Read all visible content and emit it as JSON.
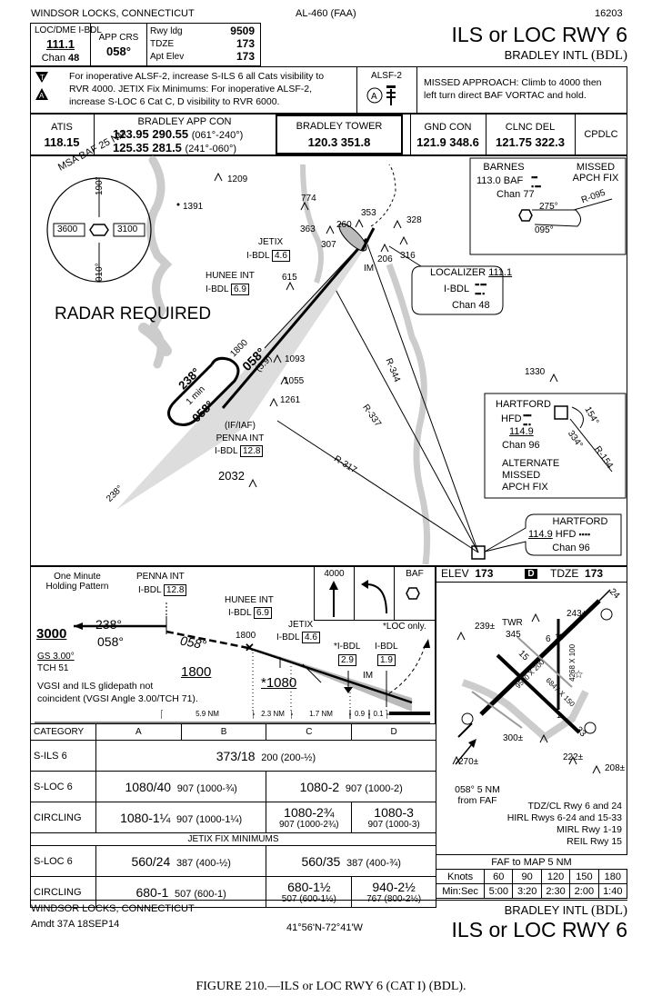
{
  "header": {
    "location": "WINDSOR LOCKS, CONNECTICUT",
    "series": "AL-460 (FAA)",
    "proc_number": "16203",
    "procedure": "ILS or LOC RWY 6",
    "airport": "BRADLEY INTL",
    "airport_id": "(BDL)"
  },
  "briefing": {
    "loc_label": "LOC/DME",
    "loc_ident": "I-BDL",
    "loc_freq": "111.1",
    "chan": "Chan",
    "chan_num": "48",
    "app_crs_label": "APP CRS",
    "app_crs": "058°",
    "rwy_ldg_label": "Rwy ldg",
    "rwy_ldg": "9509",
    "tdze_label": "TDZE",
    "tdze": "173",
    "apt_elev_label": "Apt Elev",
    "apt_elev": "173",
    "notes_line1": "For inoperative ALSF-2, increase S-ILS 6 all Cats visibility to",
    "notes_line2": "RVR 4000.  JETIX Fix Minimums:  For inoperative ALSF-2,",
    "notes_line3": "increase S-LOC 6 Cat C, D visibility to RVR 6000.",
    "alsf_label": "ALSF-2",
    "alsf_symbol": "A",
    "missed_line1": "MISSED APPROACH: Climb to 4000 then",
    "missed_line2": "left turn direct BAF VORTAC and hold."
  },
  "comms": {
    "atis_label": "ATIS",
    "atis": "118.15",
    "app_label": "BRADLEY APP CON",
    "app_1": "123.95  290.55",
    "app_1_sector": "(061°-240°)",
    "app_2": "125.35  281.5",
    "app_2_sector": "(241°-060°)",
    "tower_label": "BRADLEY TOWER",
    "tower": "120.3  351.8",
    "gnd_label": "GND CON",
    "gnd": "121.9  348.6",
    "clnc_label": "CLNC DEL",
    "clnc": "121.75  322.3",
    "cpdlc": "CPDLC"
  },
  "planview": {
    "msa_label": "MSA BAF 25 NM",
    "msa_w": "3600",
    "msa_e": "3100",
    "msa_n": "190°",
    "msa_s": "010°",
    "radar": "RADAR REQUIRED",
    "barnes_name": "BARNES",
    "barnes_freq": "113.0  BAF",
    "barnes_chan": "Chan 77",
    "missed_fix": "MISSED",
    "missed_fix2": "APCH FIX",
    "barnes_r": "R-095",
    "barnes_275": "275°",
    "barnes_095": "095°",
    "localizer_label": "LOCALIZER",
    "localizer_freq": "111.1",
    "localizer_ident": "I-BDL",
    "localizer_chan": "Chan 48",
    "hartford_name": "HARTFORD",
    "hartford_id": "HFD",
    "hartford_freq": "114.9",
    "hartford_chan": "Chan 96",
    "hartford_154": "154°",
    "hartford_334": "334°",
    "hartford_r154": "R-154",
    "alt_missed1": "ALTERNATE",
    "alt_missed2": "MISSED",
    "alt_missed3": "APCH FIX",
    "hfd2_name": "HARTFORD",
    "hfd2_freq": "114.9",
    "hfd2_id": "HFD",
    "hfd2_chan": "Chan 96",
    "jetix": "JETIX",
    "jetix_dme": "I-BDL",
    "jetix_dist": "4.6",
    "hunee": "HUNEE INT",
    "hunee_dme": "I-BDL",
    "hunee_dist": "6.9",
    "penna1": "(IF/IAF)",
    "penna2": "PENNA INT",
    "penna_dme": "I-BDL",
    "penna_dist": "12.8",
    "im": "IM",
    "r344": "R-344",
    "r337": "R-337",
    "r317": "R-317",
    "hold_238": "238°",
    "hold_058": "058°",
    "hold_1min": "1 min",
    "crs_058": "058°",
    "alt_1800": "1800",
    "dme_59": "(5.9)",
    "crs_238": "238°",
    "obs": [
      "1209",
      "1391",
      "774",
      "363",
      "260",
      "353",
      "328",
      "307",
      "206",
      "316",
      "615",
      "1093",
      "1055",
      "1261",
      "2032",
      "1330"
    ]
  },
  "profile": {
    "hold_label1": "One Minute",
    "hold_label2": "Holding Pattern",
    "penna": "PENNA INT",
    "penna_dme": "I-BDL",
    "penna_dist": "12.8",
    "hunee": "HUNEE INT",
    "hunee_dme": "I-BDL",
    "hunee_dist": "6.9",
    "jetix": "JETIX",
    "jetix_dme": "I-BDL",
    "jetix_dist": "4.6",
    "alt_3000": "3000",
    "crs_238": "238°",
    "crs_058": "058°",
    "crs_058b": "058°",
    "alt_1800_top": "1800",
    "alt_1800": "1800",
    "alt_1080": "*1080",
    "gs": "GS 3.00°",
    "tch": "TCH 51",
    "dme_29_lbl": "*I-BDL",
    "dme_29": "2.9",
    "dme_19_lbl": "I-BDL",
    "dme_19": "1.9",
    "im": "IM",
    "loc_only": "*LOC only.",
    "vgsi1": "VGSI and ILS glidepath not",
    "vgsi2": "coincident (VGSI Angle 3.00/TCH 71).",
    "seg_59": "5.9 NM",
    "seg_23": "2.3 NM",
    "seg_17": "1.7 NM",
    "seg_09": "0.9",
    "seg_01": "0.1",
    "missed_alt": "4000",
    "missed_fix": "BAF"
  },
  "airport_diagram": {
    "elev_label": "ELEV",
    "elev": "173",
    "d_box": "D",
    "tdze_label": "TDZE",
    "tdze": "173",
    "twr_elev": "239±",
    "twr": "TWR",
    "twr_val": "345",
    "o243": "243±",
    "rwy24": "24",
    "rwy15": "15",
    "rwy6": "6",
    "rwy19": "19",
    "rwy1": "1",
    "rwy33": "33",
    "dim_main": "9510 X 200",
    "dim_1533": "6847 X 150",
    "dim_119": "4268 X 100",
    "o300": "300±",
    "o222": "222±",
    "o208": "208±",
    "o270": "270±",
    "ff1": "058° 5 NM",
    "ff2": "from FAF",
    "light1": "TDZ/CL Rwy 6 and 24",
    "light2": "HIRL Rwys 6-24 and 15-33",
    "light3": "MIRL Rwy 1-19",
    "light4": "REIL Rwy 15"
  },
  "minimums": {
    "header": [
      "CATEGORY",
      "A",
      "B",
      "C",
      "D"
    ],
    "sils_label": "S-ILS 6",
    "sils_big": "373/18",
    "sils_small": "200 (200-½)",
    "sloc_label": "S-LOC 6",
    "sloc_ab_big": "1080/40",
    "sloc_ab_small": "907 (1000-¾)",
    "sloc_cd_big": "1080-2",
    "sloc_cd_small": "907 (1000-2)",
    "circ_label": "CIRCLING",
    "circ_ab_big": "1080-1¼",
    "circ_ab_small": "907 (1000-1¼)",
    "circ_c_big": "1080-2¾",
    "circ_c_small": "907 (1000-2¾)",
    "circ_d_big": "1080-3",
    "circ_d_small": "907 (1000-3)",
    "jetix_title": "JETIX FIX MINIMUMS",
    "j_sloc_label": "S-LOC 6",
    "j_sloc_ab_big": "560/24",
    "j_sloc_ab_small": "387 (400-½)",
    "j_sloc_cd_big": "560/35",
    "j_sloc_cd_small": "387 (400-¾)",
    "j_circ_label": "CIRCLING",
    "j_circ_ab_big": "680-1",
    "j_circ_ab_small": "507 (600-1)",
    "j_circ_c_big": "680-1½",
    "j_circ_c_small": "507 (600-1½)",
    "j_circ_d_big": "940-2½",
    "j_circ_d_small": "767 (800-2½)"
  },
  "timing": {
    "title": "FAF to MAP  5 NM",
    "knots_label": "Knots",
    "knots": [
      "60",
      "90",
      "120",
      "150",
      "180"
    ],
    "minsec_label": "Min:Sec",
    "times": [
      "5:00",
      "3:20",
      "2:30",
      "2:00",
      "1:40"
    ]
  },
  "footer": {
    "location": "WINDSOR LOCKS, CONNECTICUT",
    "amdt": "Amdt 37A  18SEP14",
    "coords": "41°56'N-72°41'W",
    "airport": "BRADLEY INTL",
    "airport_id": "(BDL)",
    "procedure": "ILS or LOC RWY 6",
    "caption": "FIGURE 210.—ILS or LOC RWY 6 (CAT I) (BDL)."
  }
}
